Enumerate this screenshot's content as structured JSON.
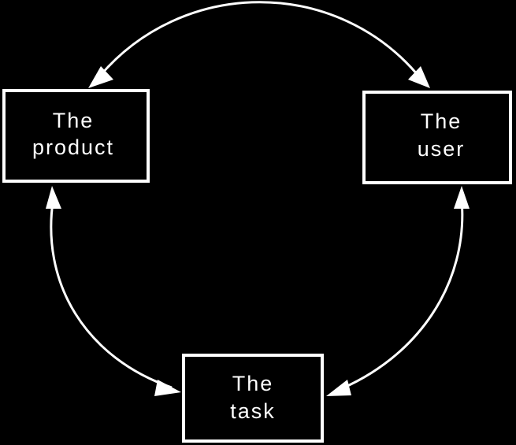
{
  "colors": {
    "background": "#000000",
    "foreground": "#ffffff"
  },
  "nodes": {
    "product": {
      "line1": "The",
      "line2": "product"
    },
    "user": {
      "line1": "The",
      "line2": "user"
    },
    "task": {
      "line1": "The",
      "line2": "task"
    }
  },
  "connections": [
    {
      "from": "product",
      "to": "user",
      "direction": "bidirectional"
    },
    {
      "from": "product",
      "to": "task",
      "direction": "bidirectional"
    },
    {
      "from": "user",
      "to": "task",
      "direction": "bidirectional"
    }
  ]
}
